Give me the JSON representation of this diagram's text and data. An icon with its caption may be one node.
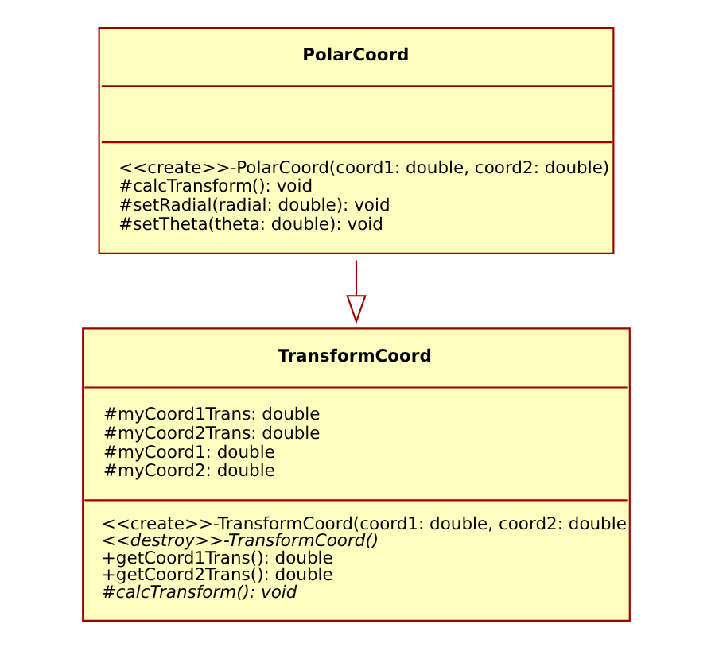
{
  "diagram": {
    "nodes": [
      {
        "text": [
          "PolarCoord",
          "<<create>>-PolarCoord(coord1: double, coord2: double)",
          "#calcTransform(): void",
          "#setRadial(radial: double): void",
          "#setTheta(theta: double): void"
        ]
      },
      {
        "text": [
          "TransformCoord",
          "#myCoord1Trans: double",
          "#myCoord2Trans: double",
          "#myCoord1: double",
          "#myCoord2: double",
          "<<create>>-TransformCoord(coord1: double, coord2: double",
          "<<destroy>>-TransformCoord()",
          "+getCoord1Trans(): double",
          "+getCoord2Trans(): double",
          "#calcTransform(): void"
        ]
      }
    ],
    "edges": [
      {
        "from": 0,
        "to": 1,
        "arrow": "to"
      }
    ]
  }
}
